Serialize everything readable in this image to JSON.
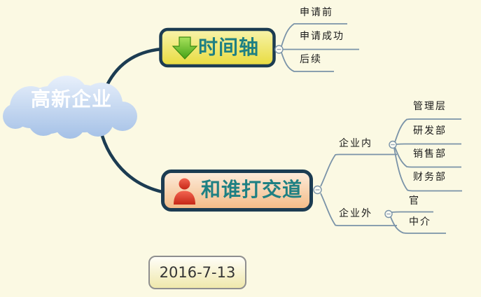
{
  "root": {
    "label": "高新企业"
  },
  "topics": {
    "timeline": {
      "label": "时间轴",
      "icon": "green-down-arrow",
      "children": {
        "before": "申请前",
        "success": "申请成功",
        "after": "后续"
      }
    },
    "contacts": {
      "label": "和谁打交道",
      "icon": "red-person",
      "children": {
        "internal": {
          "label": "企业内",
          "children": {
            "mgmt": "管理层",
            "rd": "研发部",
            "sales": "销售部",
            "finance": "财务部"
          }
        },
        "external": {
          "label": "企业外",
          "children": {
            "gov": "官",
            "agency": "中介"
          }
        }
      }
    }
  },
  "floating": {
    "date": "2016-7-13"
  },
  "colors": {
    "background": "#FBF9E3",
    "branch": "#1C3C52",
    "connector_line": "#7A93A8",
    "timeline_box_top": "#F8F4AC",
    "timeline_box_bottom": "#E8DB3E",
    "contacts_box_top": "#FDEDDD",
    "contacts_box_bottom": "#F3BA85",
    "topic_text": "#1F8083",
    "cloud_top": "#E8F0FB",
    "cloud_bottom": "#9FBDE5",
    "arrow_green": "#46A216",
    "person_red": "#D93A28",
    "date_text": "#333333"
  }
}
